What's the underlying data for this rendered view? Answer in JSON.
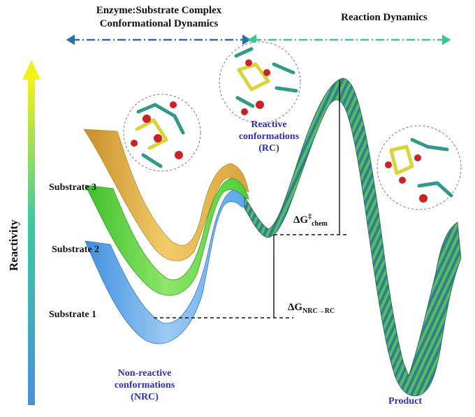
{
  "header": {
    "left_line1": "Enzyme:Substrate Complex",
    "left_line2": "Conformational Dynamics",
    "right": "Reaction Dynamics"
  },
  "axis": {
    "ylabel": "Reactivity"
  },
  "substrates": [
    "Substrate 3",
    "Substrate 2",
    "Substrate 1"
  ],
  "labels": {
    "rc_line1": "Reactive",
    "rc_line2": "conformations",
    "rc_line3": "(RC)",
    "nrc_line1": "Non-reactive",
    "nrc_line2": "conformations",
    "nrc_line3": "(NRC)",
    "product": "Product"
  },
  "energies": {
    "chem_delta": "ΔG",
    "chem_sup": "‡",
    "chem_sub": "chem",
    "nrc_delta": "ΔG",
    "nrc_sub": "NRC→RC"
  },
  "colors": {
    "substrate3": "#e8b84a",
    "substrate2": "#5fd23a",
    "substrate1": "#5aa6e8",
    "reaction_surface": "#3a8aa0",
    "label_blue": "#2e2fb8",
    "arrow_left": "#2f6fa8",
    "arrow_right": "#35c98a"
  },
  "icons": [
    "molecule-snapshot-icon",
    "double-arrow-icon"
  ]
}
